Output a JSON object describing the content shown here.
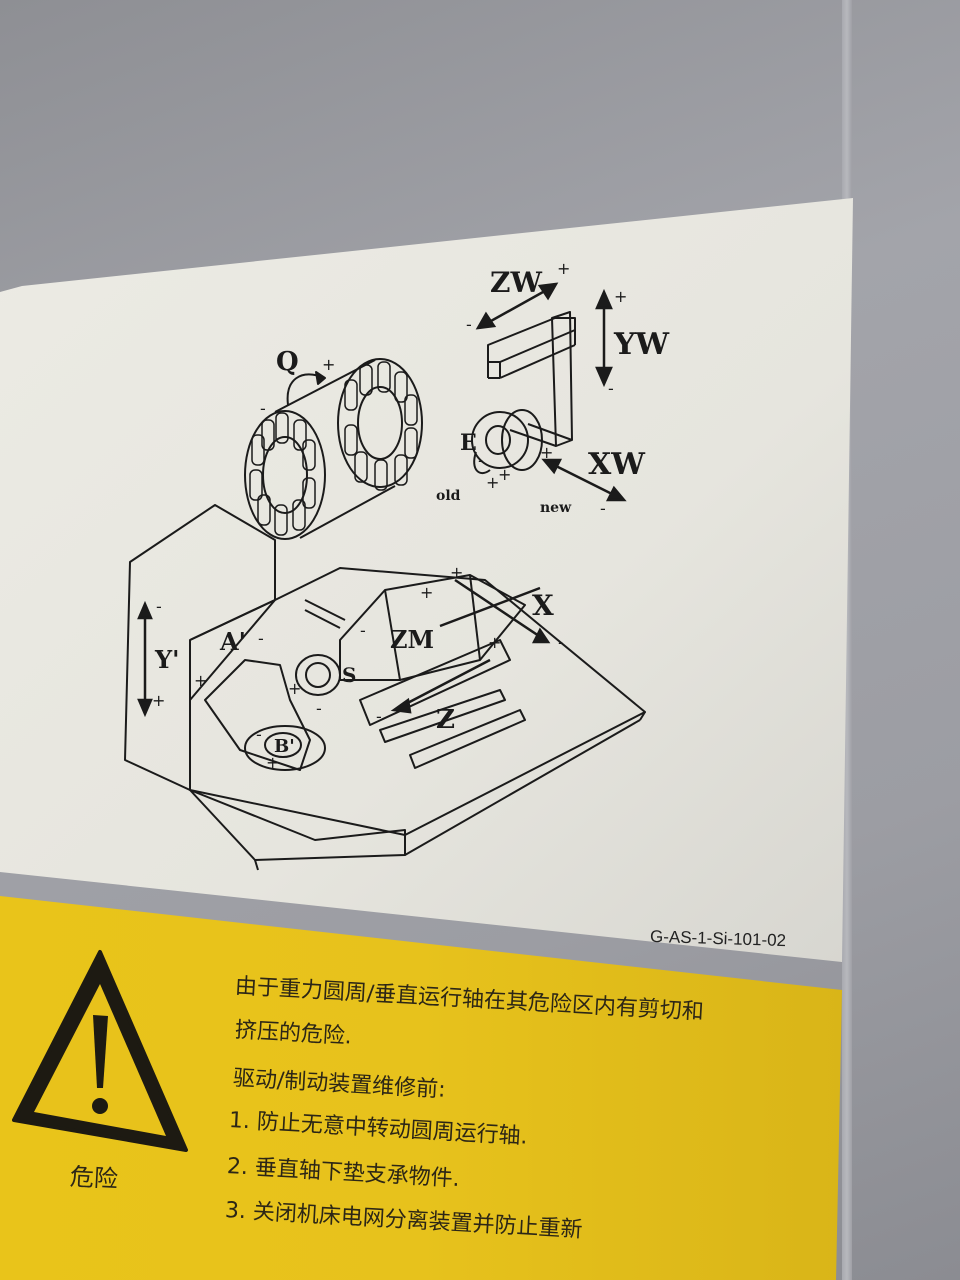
{
  "diagram": {
    "code": "G-AS-1-Si-101-02",
    "axes": {
      "zw": "ZW",
      "yw": "YW",
      "xw": "XW",
      "q": "Q",
      "e": "E",
      "x": "X",
      "zm": "ZM",
      "z": "Z",
      "y_prime": "Y'",
      "a_prime": "A'",
      "b_prime": "B'",
      "s": "S"
    },
    "tags": {
      "old": "old",
      "new": "new"
    },
    "plus": "+",
    "minus": "-"
  },
  "warning": {
    "danger_label": "危险",
    "lines": [
      "由于重力圆周/垂直运行轴在其危险区内有剪切和",
      "挤压的危险.",
      "驱动/制动装置维修前:",
      "1.   防止无意中转动圆周运行轴.",
      "2.   垂直轴下垫支承物件.",
      "3.   关闭机床电网分离装置并防止重新"
    ]
  },
  "colors": {
    "plate": "#e9e8e0",
    "line": "#1b1b1b",
    "yellow": "#e8c51c",
    "wall": "#9c9da3"
  }
}
